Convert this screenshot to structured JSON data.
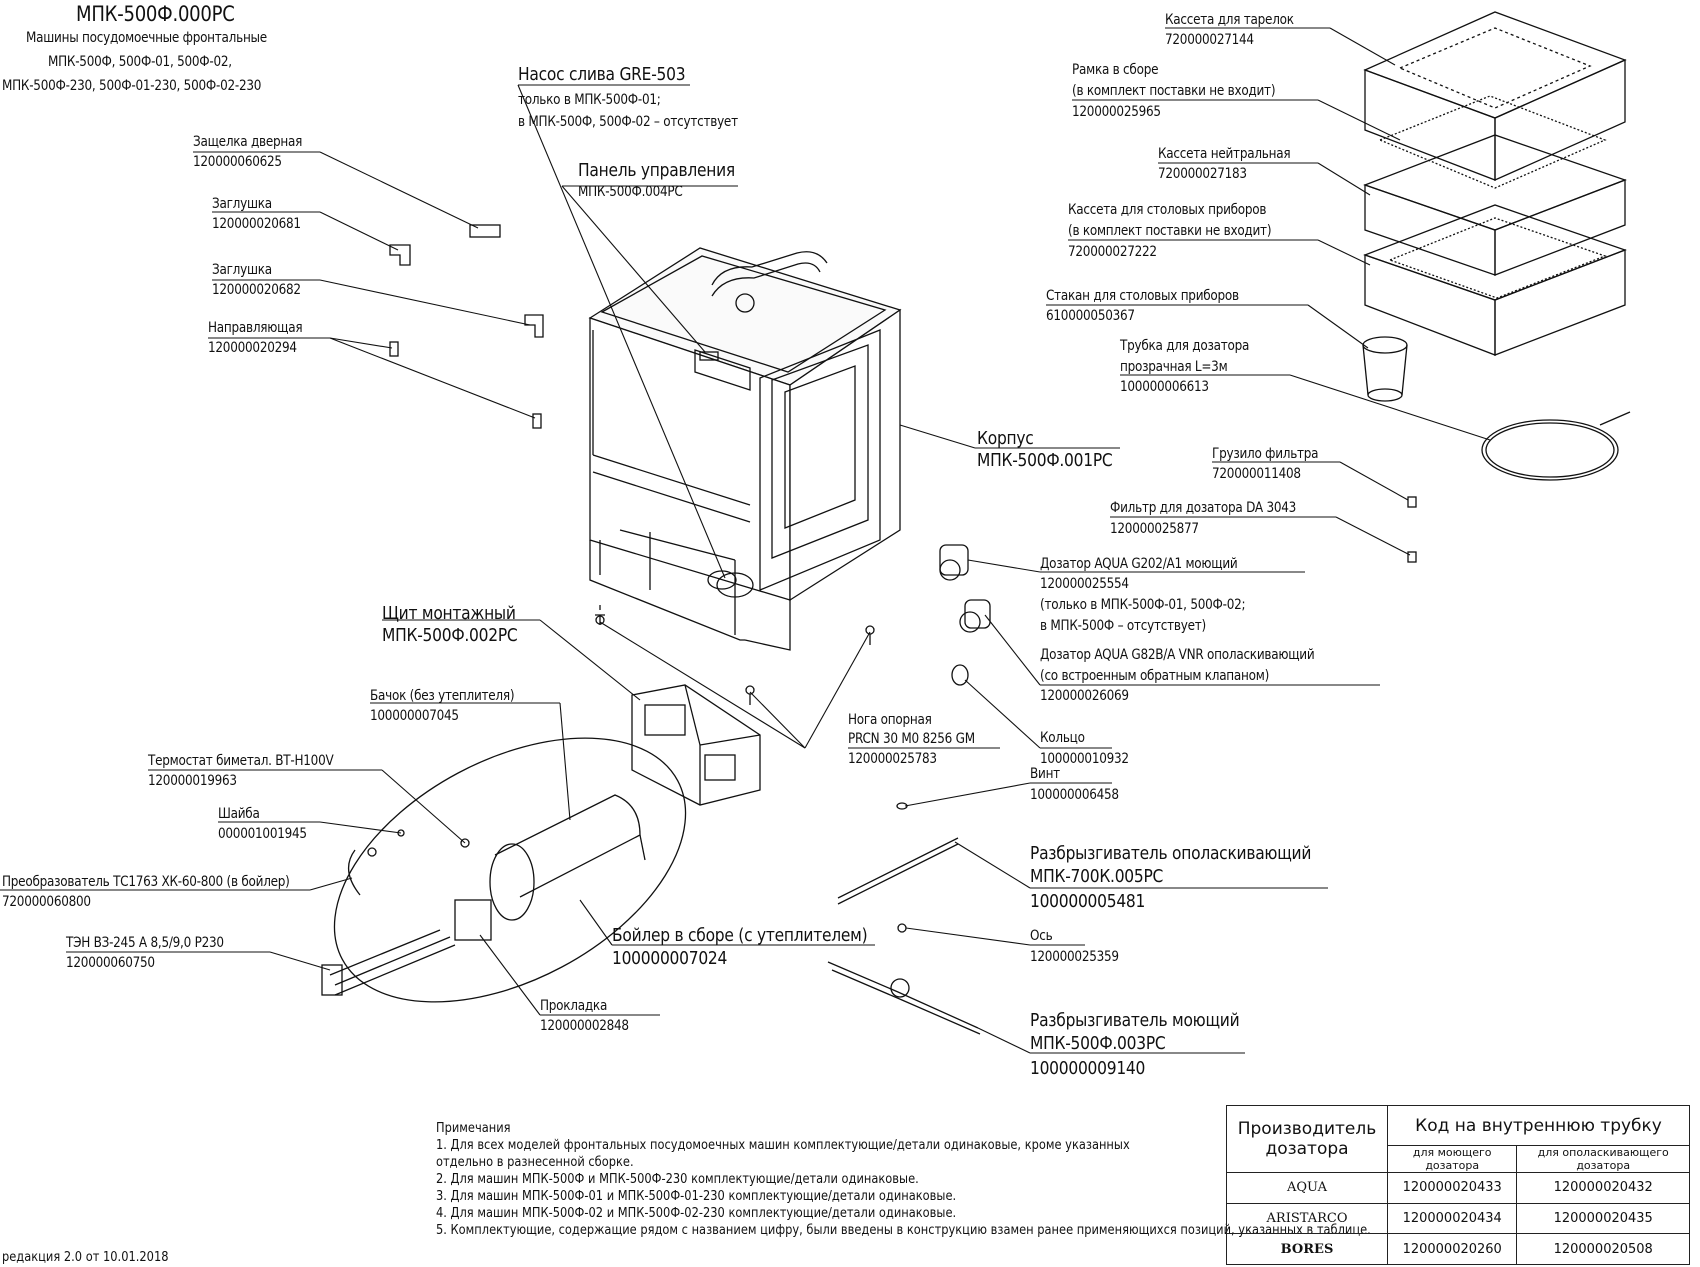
{
  "header": {
    "title": "МПК-500Ф.000РС",
    "subtitle_lines": [
      "Машины посудомоечные фронтальные",
      "МПК-500Ф, 500Ф-01, 500Ф-02,",
      "МПК-500Ф-230, 500Ф-01-230, 500Ф-02-230"
    ]
  },
  "parts": {
    "latch": {
      "name": "Защелка дверная",
      "code": "120000060625"
    },
    "plug1": {
      "name": "Заглушка",
      "code": "120000020681"
    },
    "plug2": {
      "name": "Заглушка",
      "code": "120000020682"
    },
    "guide": {
      "name": "Направляющая",
      "code": "120000020294"
    },
    "pump": {
      "name": "Насос слива GRE-503",
      "line2": "только в МПК-500Ф-01;",
      "line3": "в МПК-500Ф, 500Ф-02 – отсутствует"
    },
    "panel": {
      "name": "Панель управления",
      "code": "МПК-500Ф.004РС"
    },
    "housing": {
      "name": "Корпус",
      "code": "МПК-500Ф.001РС"
    },
    "switchboard": {
      "name": "Щит монтажный",
      "code": "МПК-500Ф.002РС"
    },
    "tank": {
      "name": "Бачок (без утеплителя)",
      "code": "100000007045"
    },
    "thermostat": {
      "name": "Термостат биметал. ВТ-Н100V",
      "code": "120000019963"
    },
    "washer": {
      "name": "Шайба",
      "code": "000001001945"
    },
    "transducer": {
      "name": "Преобразователь ТС1763 ХК-60-800 (в бойлер)",
      "code": "720000060800"
    },
    "heater": {
      "name": "ТЭН ВЗ-245 А 8,5/9,0 Р230",
      "code": "120000060750"
    },
    "gasket": {
      "name": "Прокладка",
      "code": "120000002848"
    },
    "boiler": {
      "name": "Бойлер в сборе (с утеплителем)",
      "code": "100000007024"
    },
    "foot": {
      "name": "Нога опорная",
      "line2": "PRCN 30 M0 8256 GM",
      "code": "120000025783"
    },
    "plate_rack": {
      "name": "Кассета для тарелок",
      "code": "720000027144"
    },
    "frame": {
      "name": "Рамка в сборе",
      "note": "(в комплект поставки не входит)",
      "code": "120000025965"
    },
    "neutral_rack": {
      "name": "Кассета нейтральная",
      "code": "720000027183"
    },
    "cutlery_rack": {
      "name": "Кассета для столовых приборов",
      "note": "(в комплект поставки не входит)",
      "code": "720000027222"
    },
    "cutlery_cup": {
      "name": "Стакан для столовых приборов",
      "code": "610000050367"
    },
    "dosing_tube": {
      "name": "Трубка для дозатора",
      "line2": "прозрачная L=3м",
      "code": "100000006613"
    },
    "filter_weight": {
      "name": "Грузило фильтра",
      "code": "720000011408"
    },
    "dosing_filter": {
      "name": "Фильтр для дозатора DA 3043",
      "code": "120000025877"
    },
    "detergent_doser": {
      "name": "Дозатор AQUA G202/A1 моющий",
      "code": "120000025554",
      "note1": "(только в МПК-500Ф-01, 500Ф-02;",
      "note2": "в МПК-500Ф – отсутствует)"
    },
    "rinse_doser": {
      "name": "Дозатор AQUA G82B/A VNR ополаскивающий",
      "note": "(со встроенным обратным клапаном)",
      "code": "120000026069"
    },
    "ring": {
      "name": "Кольцо",
      "code": "100000010932"
    },
    "screw": {
      "name": "Винт",
      "code": "100000006458"
    },
    "rinse_sprayer": {
      "name": "Разбрызгиватель ополаскивающий",
      "line2": "МПК-700К.005РС",
      "code": "100000005481"
    },
    "axis": {
      "name": "Ось",
      "code": "120000025359"
    },
    "wash_sprayer": {
      "name": "Разбрызгиватель моющий",
      "line2": "МПК-500Ф.003РС",
      "code": "100000009140"
    }
  },
  "notes": {
    "heading": "Примечания",
    "lines": [
      "1. Для всех моделей фронтальных посудомоечных машин комплектующие/детали одинаковые, кроме указанных",
      "отдельно в разнесенной сборке.",
      "2. Для машин МПК-500Ф и МПК-500Ф-230  комплектующие/детали одинаковые.",
      "3. Для машин МПК-500Ф-01 и МПК-500Ф-01-230  комплектующие/детали одинаковые.",
      "4. Для машин МПК-500Ф-02 и МПК-500Ф-02-230  комплектующие/детали одинаковые.",
      "5. Комплектующие, содержащие рядом с названием цифру, были введены в конструкцию взамен ранее применяющихся позиций, указанных в таблице."
    ]
  },
  "revision": "редакция 2.0 от 10.01.2018",
  "table": {
    "header_vendor": "Производитель дозатора",
    "header_code": "Код на внутреннюю трубку",
    "col_detergent": "для моющего дозатора",
    "col_rinse": "для ополаскивающего дозатора",
    "rows": [
      {
        "vendor": "AQUA",
        "detergent": "120000020433",
        "rinse": "120000020432"
      },
      {
        "vendor": "ARISTARCO",
        "detergent": "120000020434",
        "rinse": "120000020435"
      },
      {
        "vendor": "BORES",
        "detergent": "120000020260",
        "rinse": "120000020508"
      }
    ]
  }
}
